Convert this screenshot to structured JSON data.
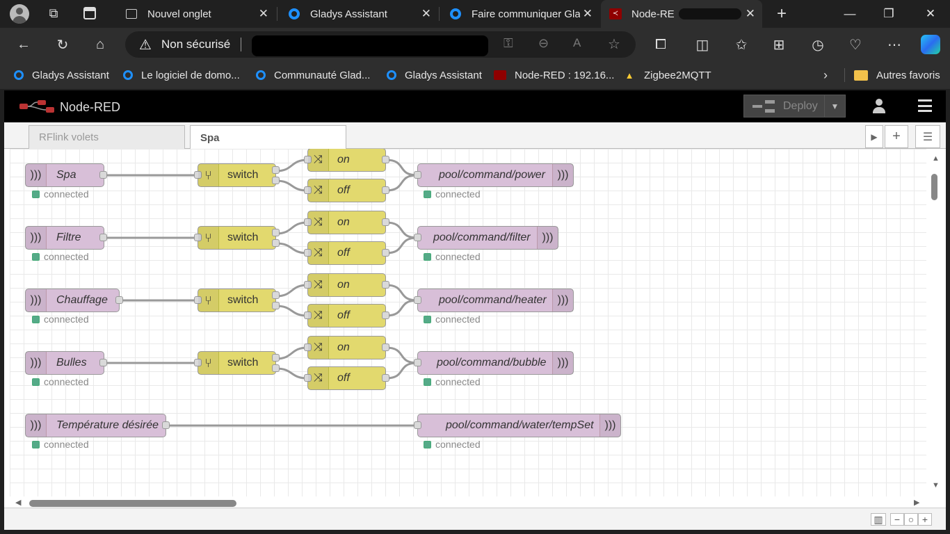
{
  "browser": {
    "tabs": [
      {
        "title": "Nouvel onglet"
      },
      {
        "title": "Gladys Assistant"
      },
      {
        "title": "Faire communiquer Gla"
      },
      {
        "title": "Node-RE"
      }
    ],
    "address": {
      "security": "Non sécurisé"
    },
    "bookmarks": [
      {
        "label": "Gladys Assistant"
      },
      {
        "label": "Le logiciel de domo..."
      },
      {
        "label": "Communauté Glad..."
      },
      {
        "label": "Gladys Assistant"
      },
      {
        "label": "Node-RED : 192.16..."
      },
      {
        "label": "Zigbee2MQTT"
      }
    ],
    "other_favorites": "Autres favoris"
  },
  "nodered": {
    "title": "Node-RED",
    "deploy_label": "Deploy",
    "workspace_tabs": [
      {
        "label": "RFlink volets"
      },
      {
        "label": "Spa"
      }
    ],
    "flows": [
      {
        "input": "Spa",
        "output": "pool/command/power",
        "switch": "switch",
        "on": "on",
        "off": "off",
        "status": "connected"
      },
      {
        "input": "Filtre",
        "output": "pool/command/filter",
        "switch": "switch",
        "on": "on",
        "off": "off",
        "status": "connected"
      },
      {
        "input": "Chauffage",
        "output": "pool/command/heater",
        "switch": "switch",
        "on": "on",
        "off": "off",
        "status": "connected"
      },
      {
        "input": "Bulles",
        "output": "pool/command/bubble",
        "switch": "switch",
        "on": "on",
        "off": "off",
        "status": "connected"
      }
    ],
    "temp_flow": {
      "input": "Température désirée",
      "output": "pool/command/water/tempSet",
      "status": "connected"
    }
  },
  "icons": [
    "profile-icon",
    "workspaces-icon",
    "tab-actions-icon",
    "back-icon",
    "refresh-icon",
    "home-icon",
    "warning-icon",
    "key-icon",
    "zoom-icon",
    "read-aloud-icon",
    "favorite-star-icon",
    "extensions-icon",
    "split-screen-icon",
    "favorites-icon",
    "collections-icon",
    "history-icon",
    "health-icon",
    "more-icon",
    "copilot-icon",
    "folder-icon",
    "user-icon",
    "hamburger-icon",
    "map-icon",
    "zoom-out-icon",
    "zoom-reset-icon",
    "zoom-in-icon"
  ],
  "colors": {
    "mqtt_node": "#d8bfd8",
    "switch_node": "#e2d96e",
    "status_connected": "#55aa88"
  }
}
